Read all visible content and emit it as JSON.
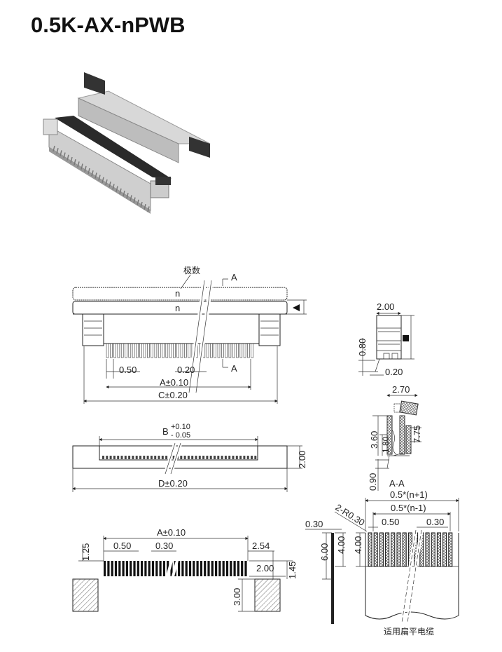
{
  "title": "0.5K-AX-nPWB",
  "front_view": {
    "pole_count_label": "极数",
    "n_top": "n",
    "n_body": "n",
    "section_mark_top": "A",
    "section_mark_bottom": "A",
    "pitch": "0.50",
    "pin_width": "0.20",
    "dim_a": "A±0.10",
    "dim_c": "C±0.20"
  },
  "top_view": {
    "dim_b": "B",
    "tol_plus": "+0.10",
    "tol_minus": "- 0.05",
    "height": "2.00",
    "dim_d": "D±0.20"
  },
  "footprint": {
    "dim_a": "A±0.10",
    "pitch": "0.50",
    "pad_width": "0.30",
    "offset": "2.54",
    "pad_offset": "1.25",
    "pad_length": "2.00",
    "side": "1.45",
    "block": "3.00"
  },
  "side_view": {
    "width": "2.00",
    "lead": "0.80",
    "lead_width": "0.20"
  },
  "section_view": {
    "width": "2.70",
    "h1": "3.60",
    "h2": "1.80",
    "h3": "7.75",
    "h4": "0.90",
    "label": "A-A"
  },
  "ffc": {
    "total": "0.5*(n+1)",
    "inner": "0.5*(n-1)",
    "radius": "2-R0.30",
    "thickness": "0.30",
    "pitch": "0.50",
    "finger_width": "0.30",
    "len6": "6.00",
    "len4a": "4.00",
    "len4b": "4.00",
    "caption": "适用扁平电缆"
  }
}
